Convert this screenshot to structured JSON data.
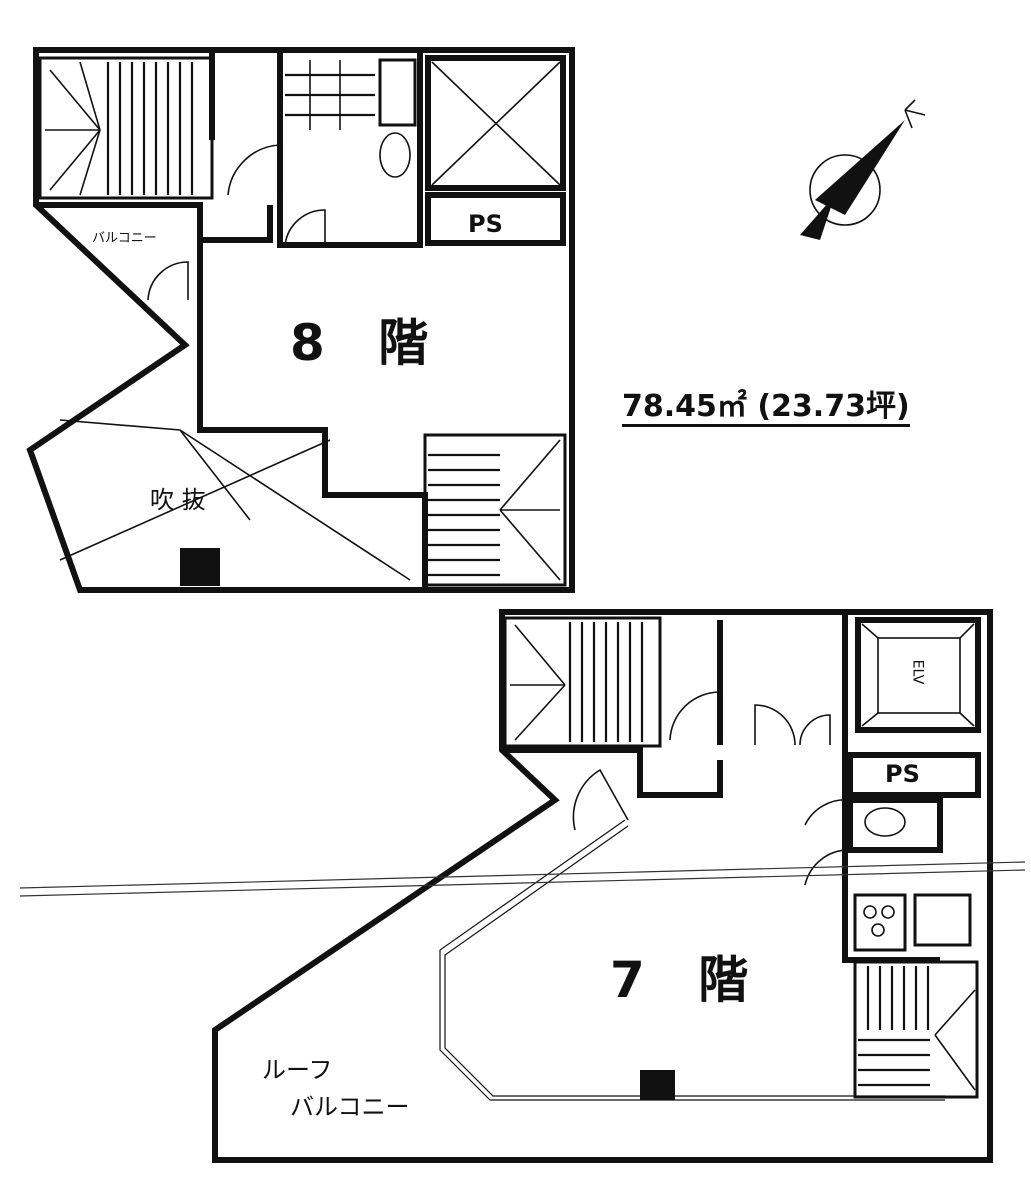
{
  "floor8": {
    "name": "8 階",
    "ps_label": "PS",
    "balcony_label": "バルコニー",
    "void_label": "吹 抜"
  },
  "floor7": {
    "name": "7 階",
    "ps_label": "PS",
    "elv_label": "ELV",
    "roof_balcony_line1": "ルーフ",
    "roof_balcony_line2": "バルコニー"
  },
  "area_text": "78.45㎡ (23.73坪)",
  "compass_icon": "north-arrow-icon",
  "colors": {
    "ink": "#111111",
    "paper": "#ffffff"
  }
}
